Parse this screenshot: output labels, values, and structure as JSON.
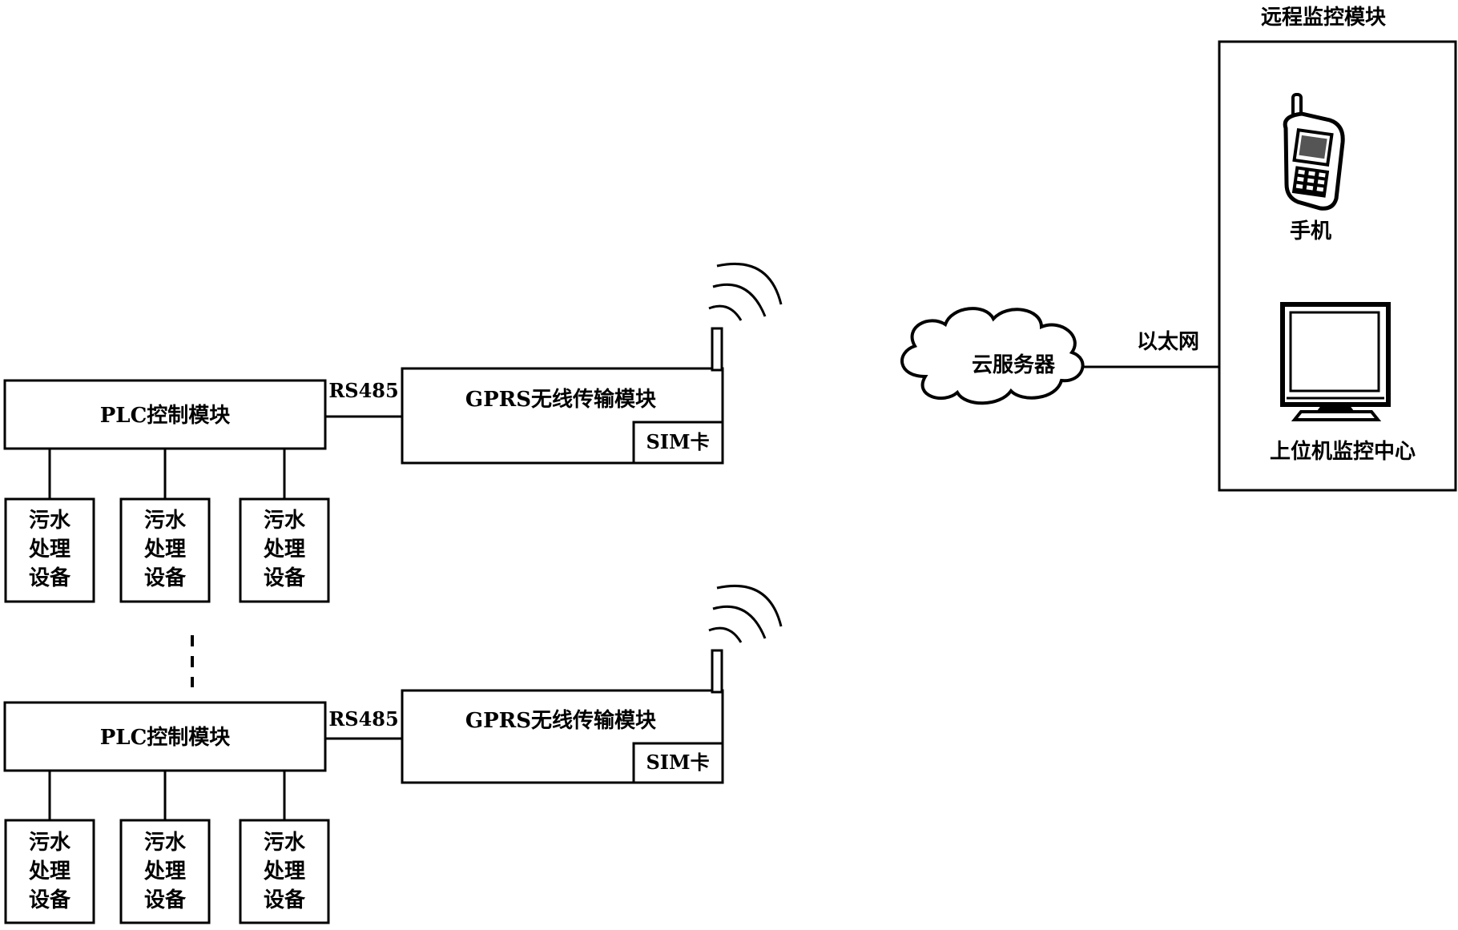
{
  "remote_module": {
    "title": "远程监控模块",
    "phone_label": "手机",
    "pc_label": "上位机监控中心"
  },
  "cloud": {
    "label": "云服务器",
    "link_label": "以太网"
  },
  "units": [
    {
      "plc_label": "PLC控制模块",
      "bus_label": "RS485",
      "gprs_label": "GPRS无线传输模块",
      "sim_label": "SIM卡",
      "devices": [
        [
          "污水",
          "处理",
          "设备"
        ],
        [
          "污水",
          "处理",
          "设备"
        ],
        [
          "污水",
          "处理",
          "设备"
        ]
      ]
    },
    {
      "plc_label": "PLC控制模块",
      "bus_label": "RS485",
      "gprs_label": "GPRS无线传输模块",
      "sim_label": "SIM卡",
      "devices": [
        [
          "污水",
          "处理",
          "设备"
        ],
        [
          "污水",
          "处理",
          "设备"
        ],
        [
          "污水",
          "处理",
          "设备"
        ]
      ]
    }
  ]
}
